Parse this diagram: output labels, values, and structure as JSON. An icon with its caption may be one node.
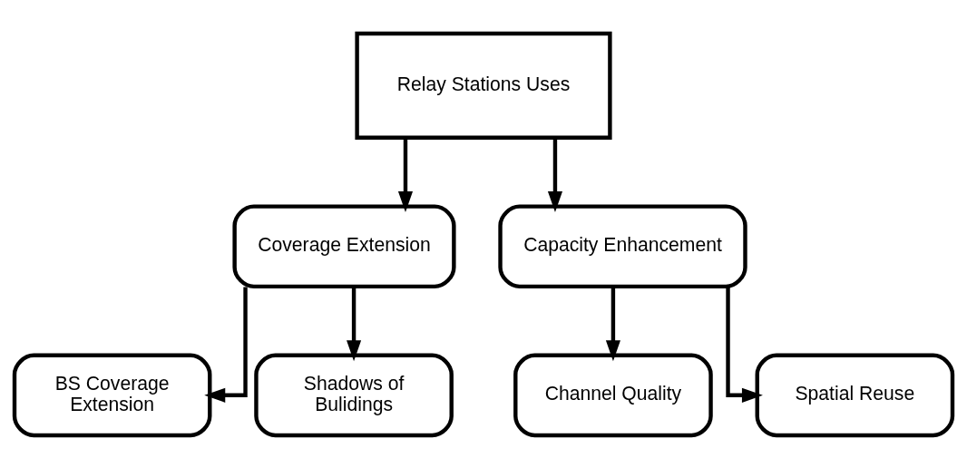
{
  "diagram": {
    "nodes": [
      {
        "text": [
          "Relay Stations Uses"
        ]
      },
      {
        "text": [
          "Coverage Extension"
        ]
      },
      {
        "text": [
          "Capacity Enhancement"
        ]
      },
      {
        "text": [
          "BS Coverage Extension"
        ]
      },
      {
        "text": [
          "Shadows of Bulidings"
        ]
      },
      {
        "text": [
          "Channel Quality"
        ]
      },
      {
        "text": [
          "Spatial Reuse"
        ]
      }
    ],
    "edges": [
      {
        "from": 0,
        "to": 1,
        "arrow": "to"
      },
      {
        "from": 0,
        "to": 2,
        "arrow": "to"
      },
      {
        "from": 1,
        "to": 3,
        "arrow": "to"
      },
      {
        "from": 1,
        "to": 4,
        "arrow": "to"
      },
      {
        "from": 2,
        "to": 5,
        "arrow": "to"
      },
      {
        "from": 2,
        "to": 6,
        "arrow": "to"
      }
    ]
  }
}
